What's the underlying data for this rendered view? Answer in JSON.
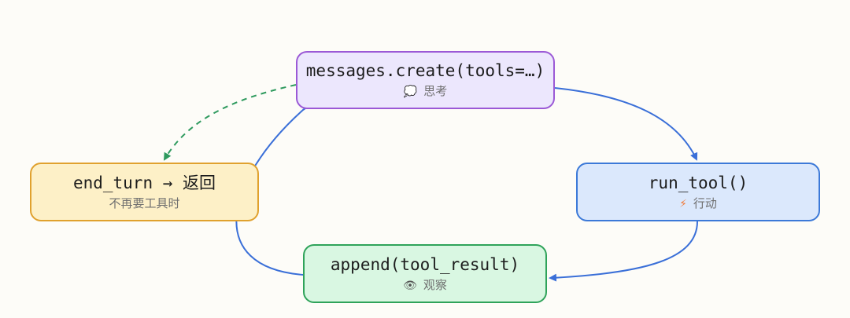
{
  "nodes": {
    "think": {
      "title": "messages.create(tools=…)",
      "icon": "thought-bubble-icon",
      "icon_glyph": "💭",
      "label": "思考"
    },
    "end_turn": {
      "title": "end_turn → 返回",
      "label": "不再要工具时"
    },
    "run_tool": {
      "title": "run_tool()",
      "icon": "lightning-bolt-icon",
      "icon_glyph": "⚡",
      "label": "行动"
    },
    "append": {
      "title": "append(tool_result)",
      "icon": "eye-icon",
      "icon_glyph": "👁",
      "label": "观察"
    }
  },
  "colors": {
    "think_fill": "#ece7fd",
    "think_border": "#9b59d6",
    "end_fill": "#fdf0c7",
    "end_border": "#e0a12e",
    "run_fill": "#dbe8fc",
    "run_border": "#3c79d8",
    "append_fill": "#d9f7e2",
    "append_border": "#2fa35a",
    "loop_edge": "#3a6fd8",
    "exit_edge": "#2e9a5e"
  }
}
